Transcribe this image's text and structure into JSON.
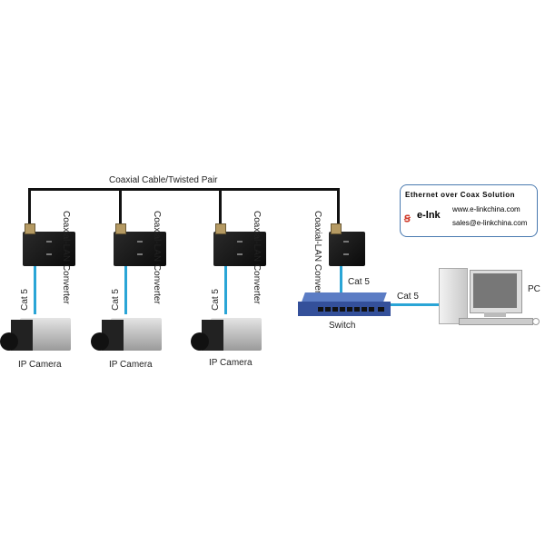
{
  "diagram": {
    "trunk_label": "Coaxial Cable/Twisted Pair",
    "converter_label": "Coaxial-LAN Converter",
    "cable_label": "Cat 5",
    "camera_label": "IP Camera",
    "switch_label": "Switch",
    "pc_label": "PC",
    "cameras": [
      {
        "label": "IP Camera"
      },
      {
        "label": "IP Camera"
      },
      {
        "label": "IP Camera"
      }
    ]
  },
  "info_box": {
    "title": "Ethernet over Coax Solution",
    "brand": "e-lnk",
    "website": "www.e-linkchina.com",
    "email": "sales@e-linkchina.com"
  },
  "colors": {
    "cable_coax": "#111111",
    "cable_cat5": "#2aa5d6",
    "switch": "#3a5aa8",
    "box_border": "#4a7ab0"
  }
}
